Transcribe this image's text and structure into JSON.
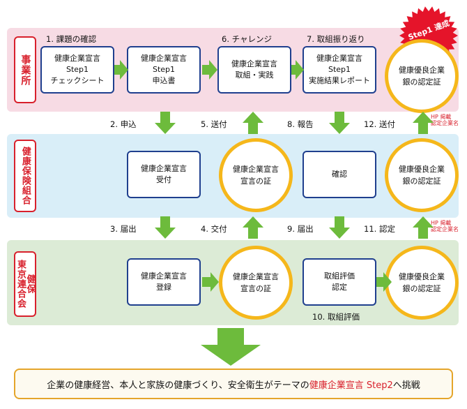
{
  "rows": {
    "jigyosho": "事業所",
    "kenpo_kumiai": "健康保険組合",
    "tokyo_line1": "東京",
    "tokyo_line2": "健保",
    "tokyo_line3": "連合会",
    "tokyo_line4": ""
  },
  "badge": "Step1 達成",
  "boxes": {
    "checksheet": [
      "健康企業宣言",
      "Step1",
      "チェックシート"
    ],
    "application": [
      "健康企業宣言",
      "Step1",
      "申込書"
    ],
    "practice": [
      "健康企業宣言",
      "取組・実践"
    ],
    "report": [
      "健康企業宣言",
      "Step1",
      "実施結果レポート"
    ],
    "reception": [
      "健康企業宣言",
      "受付"
    ],
    "confirm": [
      "確認"
    ],
    "registration": [
      "健康企業宣言",
      "登録"
    ],
    "evaluation": [
      "取組評価",
      "認定"
    ]
  },
  "circles": {
    "silver_company": [
      "健康優良企業",
      "銀の認定証"
    ],
    "declaration_kumiai": [
      "健康企業宣言",
      "宣言の証"
    ],
    "silver_kumiai": [
      "健康優良企業",
      "銀の認定証"
    ],
    "declaration_rengokai": [
      "健康企業宣言",
      "宣言の証"
    ],
    "silver_rengokai": [
      "健康優良企業",
      "銀の認定証"
    ]
  },
  "steps": {
    "s1": "1. 課題の確認",
    "s2": "2. 申込",
    "s3": "3. 届出",
    "s4": "4. 交付",
    "s5": "5. 送付",
    "s6": "6. チャレンジ",
    "s7": "7. 取組振り返り",
    "s8": "8. 報告",
    "s9": "9. 届出",
    "s10": "10. 取組評価",
    "s11": "11. 認定",
    "s12": "12. 送付"
  },
  "hp_note": [
    "HP 掲載",
    "認定企業名"
  ],
  "bottom": {
    "before": "企業の健康経営、本人と家族の健康づくり、安全衛生がテーマの",
    "highlight": "健康企業宣言 Step2",
    "after": " へ挑戦"
  },
  "colors": {
    "arrow_green": "#6dbb3c",
    "row_pink": "#f7dbe4",
    "row_blue": "#d9eef8",
    "row_green": "#dcebd6",
    "accent_red": "#d8202c",
    "circle_gold": "#f5b71b",
    "box_navy": "#1f3f8e"
  }
}
